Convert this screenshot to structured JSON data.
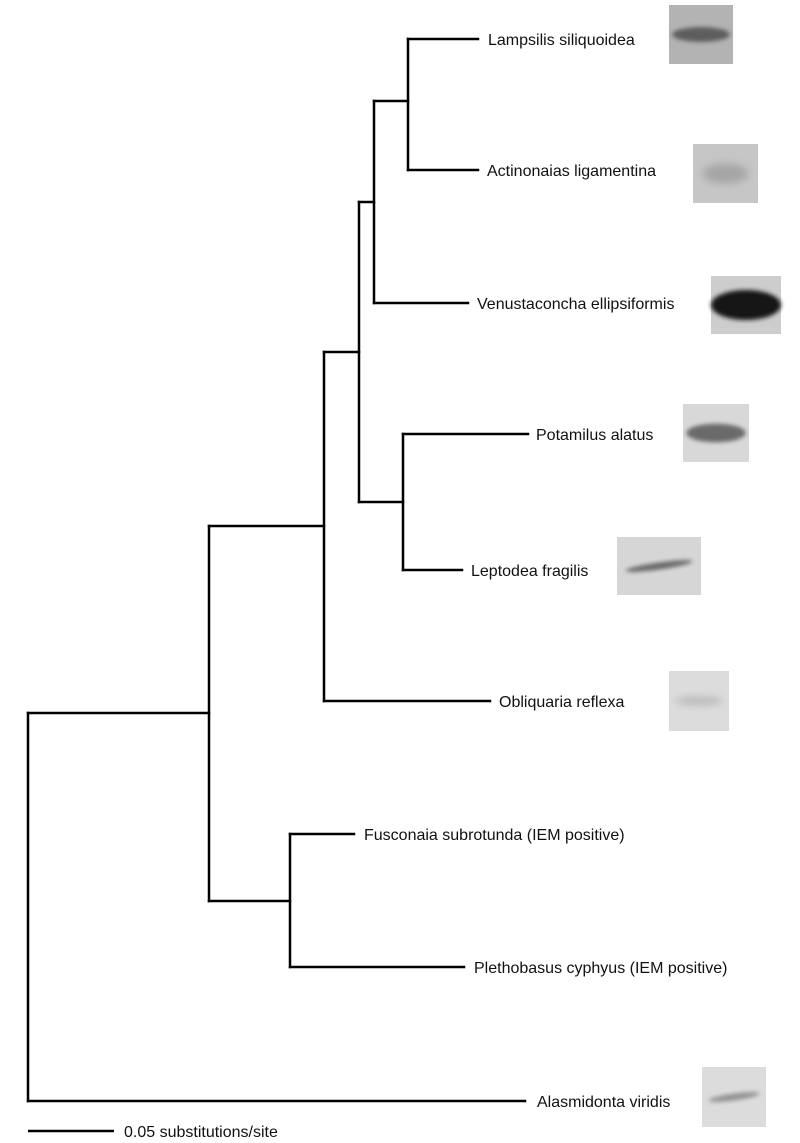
{
  "figure": {
    "scale_bar": {
      "label": "0.05 substitutions/site"
    },
    "taxa": [
      {
        "id": "lampsilis",
        "name": "Lampsilis siliquoidea",
        "blot": {
          "background": "#b3b3b3",
          "band_color": "#3c3c3c",
          "intensity": 0.5,
          "shape": "horizontal"
        }
      },
      {
        "id": "actinonaias",
        "name": "Actinonaias ligamentina",
        "blot": {
          "background": "#c6c6c6",
          "band_color": "#8e8e8e",
          "intensity": 0.25,
          "shape": "diffuse"
        }
      },
      {
        "id": "venustaconcha",
        "name": "Venustaconcha ellipsiformis",
        "blot": {
          "background": "#cdcdcd",
          "band_color": "#151515",
          "intensity": 1.0,
          "shape": "thick"
        }
      },
      {
        "id": "potamilus",
        "name": "Potamilus alatus",
        "blot": {
          "background": "#d8d8d8",
          "band_color": "#555555",
          "intensity": 0.7,
          "shape": "horizontal"
        }
      },
      {
        "id": "leptodea",
        "name": "Leptodea fragilis",
        "blot": {
          "background": "#d6d6d6",
          "band_color": "#4a4a4a",
          "intensity": 0.6,
          "shape": "diagonal"
        }
      },
      {
        "id": "obliquaria",
        "name": "Obliquaria reflexa",
        "blot": {
          "background": "#dcdcdc",
          "band_color": "#9a9a9a",
          "intensity": 0.2,
          "shape": "faint"
        }
      },
      {
        "id": "fusconaia",
        "name": "Fusconaia subrotunda (IEM positive)",
        "blot": null
      },
      {
        "id": "plethobasus",
        "name": "Plethobasus cyphyus (IEM positive)",
        "blot": null
      },
      {
        "id": "alasmidonta",
        "name": "Alasmidonta viridis",
        "blot": {
          "background": "#dcdcdc",
          "band_color": "#6a6a6a",
          "intensity": 0.35,
          "shape": "diagonal"
        }
      }
    ]
  }
}
